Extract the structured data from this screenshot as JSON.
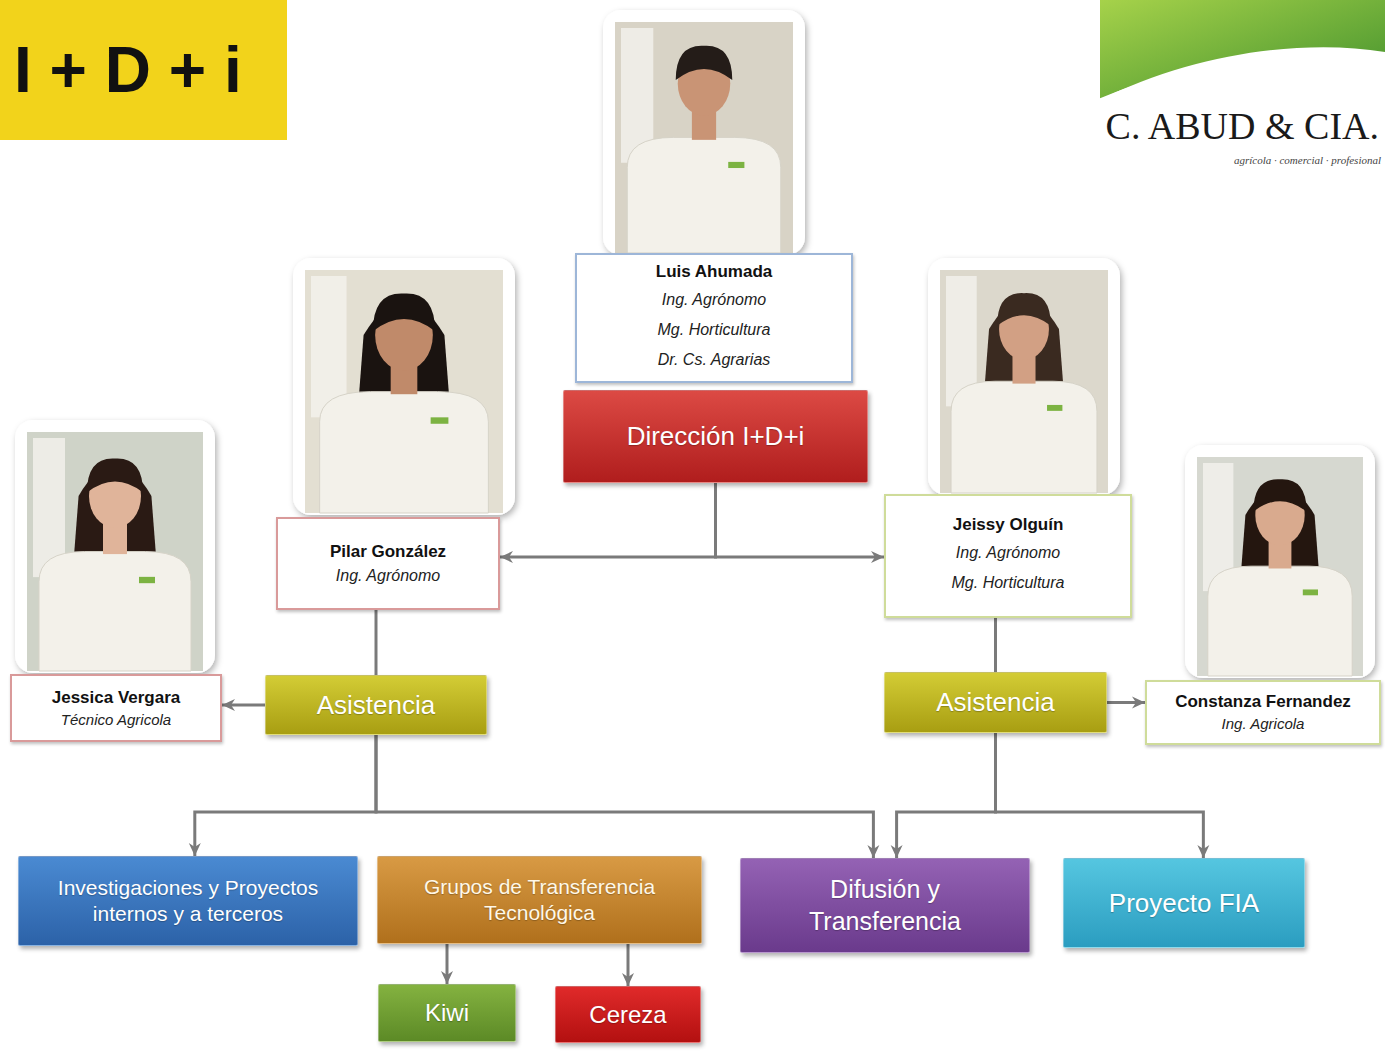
{
  "diagram": {
    "title": "I + D + i",
    "nodes": [
      {
        "text": [
          "Luis Ahumada",
          "Ing. Agrónomo Mg. Horticultura Dr. Cs. Agrarias"
        ]
      },
      {
        "text": [
          "Dirección I+D+i"
        ]
      },
      {
        "text": [
          "Pilar González",
          "Ing. Agrónomo"
        ]
      },
      {
        "text": [
          "Jeissy Olguín",
          "Ing. Agrónomo Mg. Horticultura"
        ]
      },
      {
        "text": [
          "Jessica Vergara",
          "Técnico Agricola"
        ]
      },
      {
        "text": [
          "Asistencia"
        ]
      },
      {
        "text": [
          "Asistencia"
        ]
      },
      {
        "text": [
          "Constanza Fernandez",
          "Ing. Agricola"
        ]
      },
      {
        "text": [
          "Investigaciones y Proyectos internos y a terceros"
        ]
      },
      {
        "text": [
          "Grupos de Transferencia Tecnológica"
        ]
      },
      {
        "text": [
          "Difusión y Transferencia"
        ]
      },
      {
        "text": [
          "Proyecto FIA"
        ]
      },
      {
        "text": [
          "Kiwi"
        ]
      },
      {
        "text": [
          "Cereza"
        ]
      }
    ],
    "edges": [
      {
        "from": 1,
        "to": 2,
        "arrow": "to"
      },
      {
        "from": 1,
        "to": 3,
        "arrow": "to"
      },
      {
        "from": 2,
        "to": 5,
        "arrow": "none"
      },
      {
        "from": 5,
        "to": 4,
        "arrow": "to"
      },
      {
        "from": 3,
        "to": 6,
        "arrow": "none"
      },
      {
        "from": 6,
        "to": 7,
        "arrow": "to"
      },
      {
        "from": 5,
        "to": 8,
        "arrow": "to"
      },
      {
        "from": 5,
        "to": 10,
        "arrow": "to"
      },
      {
        "from": 6,
        "to": 10,
        "arrow": "to"
      },
      {
        "from": 6,
        "to": 11,
        "arrow": "to"
      },
      {
        "from": 9,
        "to": 12,
        "arrow": "to"
      },
      {
        "from": 9,
        "to": 13,
        "arrow": "to"
      }
    ],
    "labels": [
      "C. ABUD & CIA.",
      "agrícola · comercial · profesional"
    ]
  }
}
